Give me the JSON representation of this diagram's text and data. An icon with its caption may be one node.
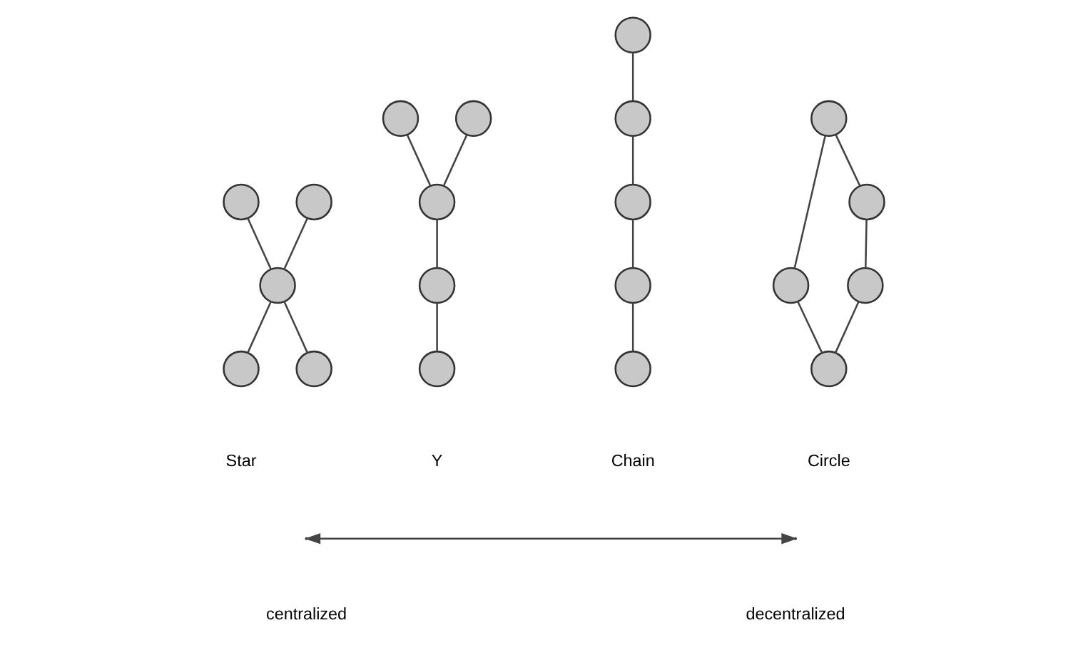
{
  "diagram": {
    "nodes": [
      {
        "text": [],
        "shape": "circle"
      },
      {
        "text": [],
        "shape": "circle"
      },
      {
        "text": [],
        "shape": "circle"
      },
      {
        "text": [],
        "shape": "circle"
      },
      {
        "text": [],
        "shape": "circle"
      },
      {
        "text": [],
        "shape": "circle"
      },
      {
        "text": [],
        "shape": "circle"
      },
      {
        "text": [],
        "shape": "circle"
      },
      {
        "text": [],
        "shape": "circle"
      },
      {
        "text": [],
        "shape": "circle"
      },
      {
        "text": [],
        "shape": "circle"
      },
      {
        "text": [],
        "shape": "circle"
      },
      {
        "text": [],
        "shape": "circle"
      },
      {
        "text": [],
        "shape": "circle"
      },
      {
        "text": [],
        "shape": "circle"
      },
      {
        "text": [],
        "shape": "circle"
      },
      {
        "text": [],
        "shape": "circle"
      },
      {
        "text": [],
        "shape": "circle"
      },
      {
        "text": [],
        "shape": "circle"
      },
      {
        "text": [],
        "shape": "circle"
      }
    ],
    "edges": [
      {
        "from": 0,
        "to": 2,
        "arrow": "none"
      },
      {
        "from": 1,
        "to": 2,
        "arrow": "none"
      },
      {
        "from": 2,
        "to": 3,
        "arrow": "none"
      },
      {
        "from": 2,
        "to": 4,
        "arrow": "none"
      },
      {
        "from": 5,
        "to": 7,
        "arrow": "none"
      },
      {
        "from": 6,
        "to": 7,
        "arrow": "none"
      },
      {
        "from": 7,
        "to": 8,
        "arrow": "none"
      },
      {
        "from": 8,
        "to": 9,
        "arrow": "none"
      },
      {
        "from": 10,
        "to": 11,
        "arrow": "none"
      },
      {
        "from": 11,
        "to": 12,
        "arrow": "none"
      },
      {
        "from": 12,
        "to": 13,
        "arrow": "none"
      },
      {
        "from": 13,
        "to": 14,
        "arrow": "none"
      },
      {
        "from": 15,
        "to": 16,
        "arrow": "none"
      },
      {
        "from": 15,
        "to": 17,
        "arrow": "none"
      },
      {
        "from": 16,
        "to": 18,
        "arrow": "none"
      },
      {
        "from": 17,
        "to": 19,
        "arrow": "none"
      },
      {
        "from": 18,
        "to": 19,
        "arrow": "none"
      }
    ],
    "labels": [
      "Star",
      "Y",
      "Chain",
      "Circle",
      "centralized",
      "decentralized"
    ]
  }
}
